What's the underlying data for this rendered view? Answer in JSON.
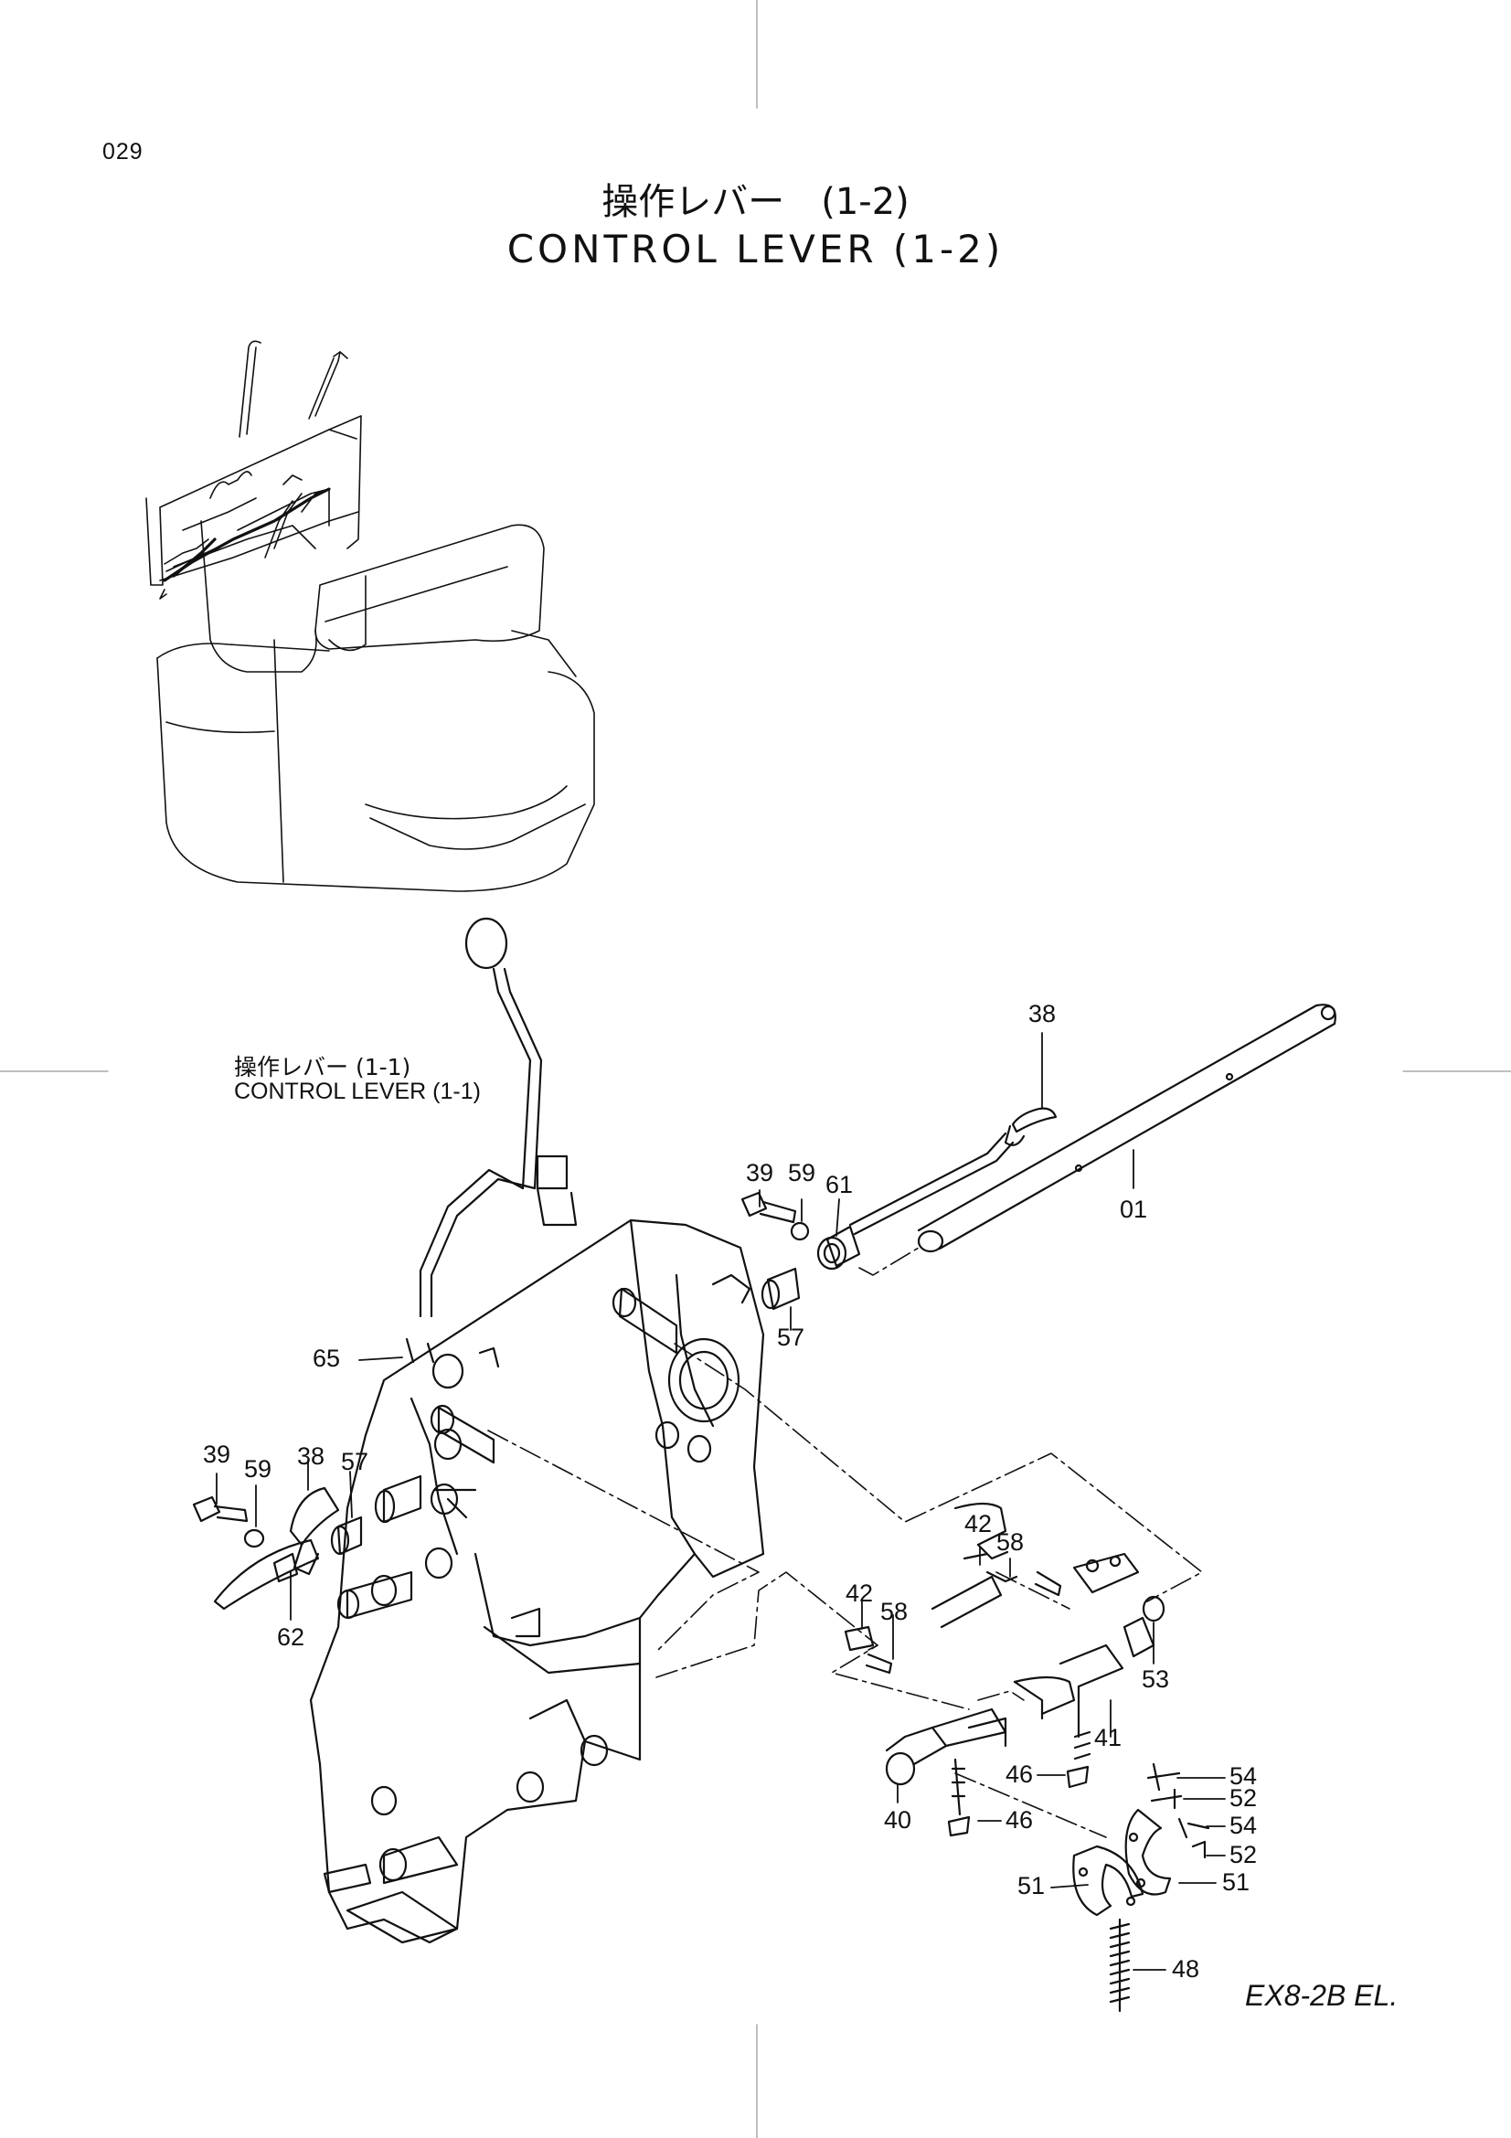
{
  "page_number": "029",
  "title": {
    "japanese": "操作レバー　(1-2)",
    "english": "CONTROL  LEVER  (1-2)"
  },
  "reference": {
    "japanese": "操作レバー (1-1)",
    "english": "CONTROL  LEVER (1-1)"
  },
  "model": "EX8-2B EL.",
  "callouts": {
    "c01": "01",
    "c38a": "38",
    "c38b": "38",
    "c39a": "39",
    "c39b": "39",
    "c40": "40",
    "c41": "41",
    "c42a": "42",
    "c42b": "42",
    "c46a": "46",
    "c46b": "46",
    "c48": "48",
    "c51a": "51",
    "c51b": "51",
    "c52a": "52",
    "c52b": "52",
    "c53": "53",
    "c54a": "54",
    "c54b": "54",
    "c57a": "57",
    "c57b": "57",
    "c58a": "58",
    "c58b": "58",
    "c59a": "59",
    "c59b": "59",
    "c61": "61",
    "c62": "62",
    "c65": "65"
  }
}
